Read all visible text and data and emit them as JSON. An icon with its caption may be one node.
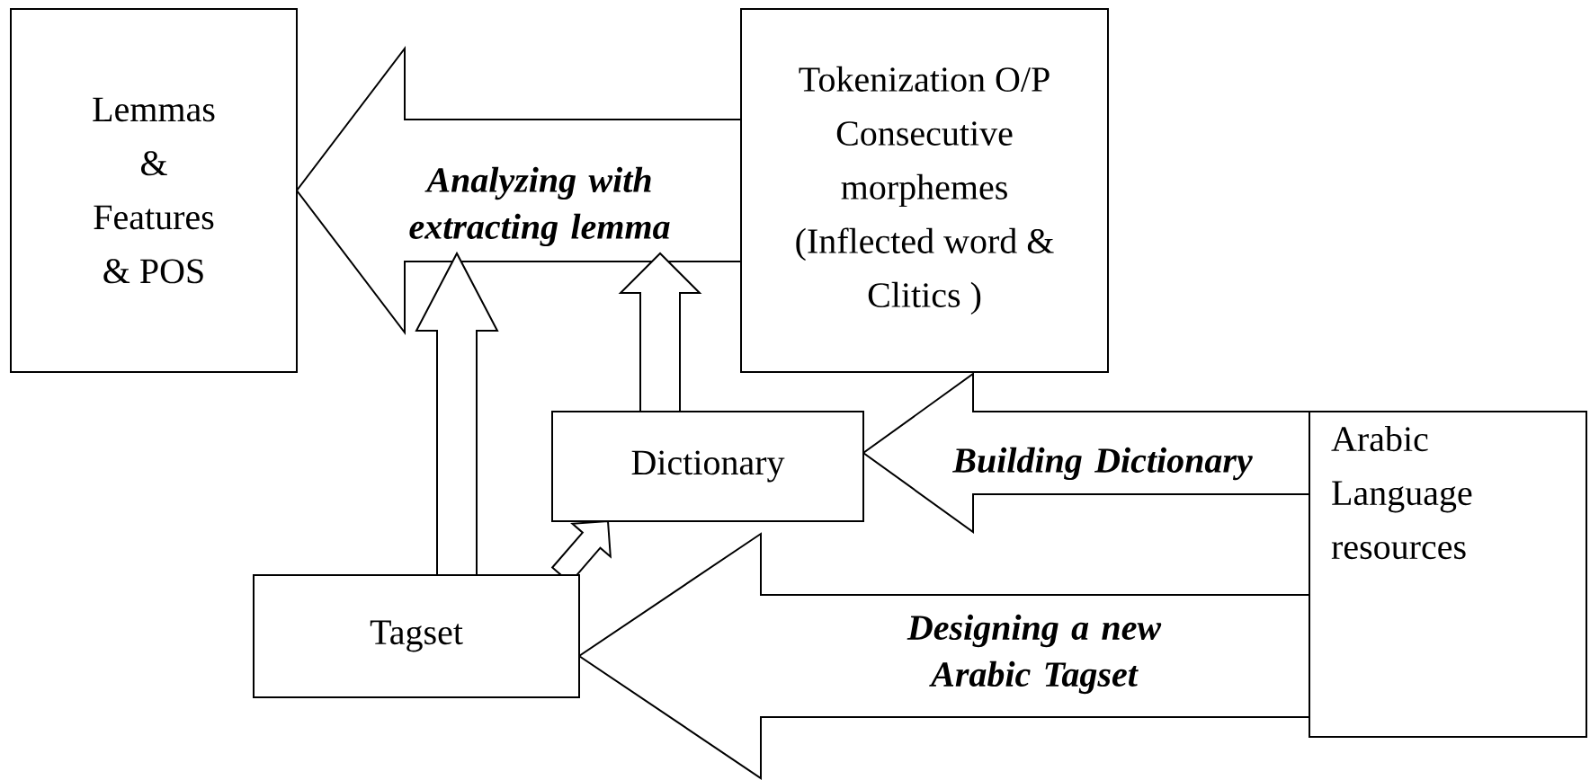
{
  "diagram": {
    "nodes": [
      {
        "text": [
          "Lemmas & Features & POS"
        ]
      },
      {
        "text": [
          "Tokenization O/P Consecutive morphemes (Inflected word & Clitics )"
        ]
      },
      {
        "text": [
          "Dictionary"
        ]
      },
      {
        "text": [
          "Tagset"
        ]
      },
      {
        "text": [
          "Arabic Language resources"
        ]
      }
    ],
    "edges": [
      {
        "from": 1,
        "to": 0,
        "arrow": "to",
        "label": "Analyzing with extracting lemma"
      },
      {
        "from": 2,
        "to": null,
        "arrow": "to"
      },
      {
        "from": 3,
        "to": null,
        "arrow": "to"
      },
      {
        "from": 3,
        "to": 2,
        "arrow": "to"
      },
      {
        "from": 4,
        "to": 2,
        "arrow": "to",
        "label": "Building Dictionary"
      },
      {
        "from": 4,
        "to": 3,
        "arrow": "to",
        "label": "Designing a new Arabic Tagset"
      }
    ]
  }
}
